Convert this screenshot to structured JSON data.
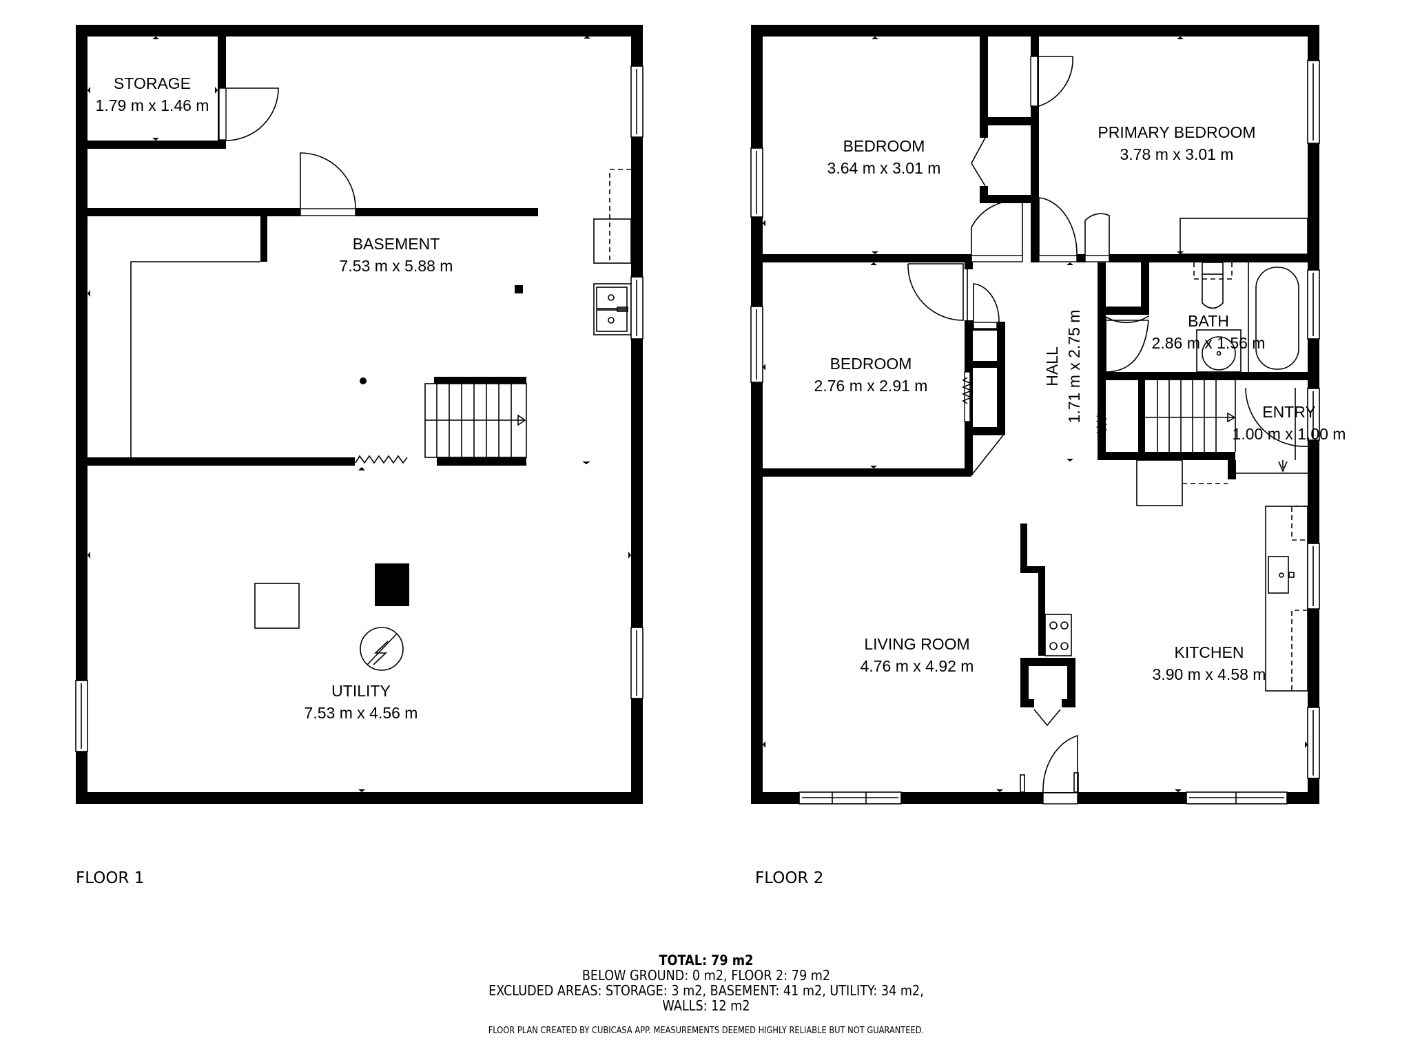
{
  "floors": [
    {
      "label": "FLOOR 1",
      "rooms": [
        {
          "name": "STORAGE",
          "dimensions": "1.79 m x 1.46 m"
        },
        {
          "name": "BASEMENT",
          "dimensions": "7.53 m x 5.88 m"
        },
        {
          "name": "UTILITY",
          "dimensions": "7.53 m x 4.56 m"
        }
      ]
    },
    {
      "label": "FLOOR 2",
      "rooms": [
        {
          "name": "BEDROOM",
          "dimensions": "3.64 m x 3.01 m"
        },
        {
          "name": "PRIMARY BEDROOM",
          "dimensions": "3.78 m x 3.01 m"
        },
        {
          "name": "BEDROOM",
          "dimensions": "2.76 m x 2.91 m"
        },
        {
          "name": "HALL",
          "dimensions": "1.71 m x 2.75 m"
        },
        {
          "name": "BATH",
          "dimensions": "2.86 m x 1.56 m"
        },
        {
          "name": "ENTRY",
          "dimensions": "1.00 m x 1.00 m"
        },
        {
          "name": "LIVING ROOM",
          "dimensions": "4.76 m x 4.92 m"
        },
        {
          "name": "KITCHEN",
          "dimensions": "3.90 m x 4.58 m"
        }
      ]
    }
  ],
  "summary": {
    "total": "TOTAL: 79 m2",
    "below_ground": "BELOW GROUND: 0 m2, FLOOR 2: 79 m2",
    "excluded": "EXCLUDED AREAS: STORAGE: 3 m2, BASEMENT: 41 m2, UTILITY: 34 m2,",
    "walls": "WALLS: 12 m2",
    "credit": "FLOOR PLAN CREATED BY CUBICASA APP. MEASUREMENTS DEEMED HIGHLY RELIABLE BUT NOT GUARANTEED."
  },
  "icons": {
    "electrical_panel": "electric-panel-icon",
    "stove": "stove-icon",
    "sink": "sink-icon",
    "toilet": "toilet-icon",
    "bathtub": "bathtub-icon",
    "stairs": "stairs-icon"
  }
}
